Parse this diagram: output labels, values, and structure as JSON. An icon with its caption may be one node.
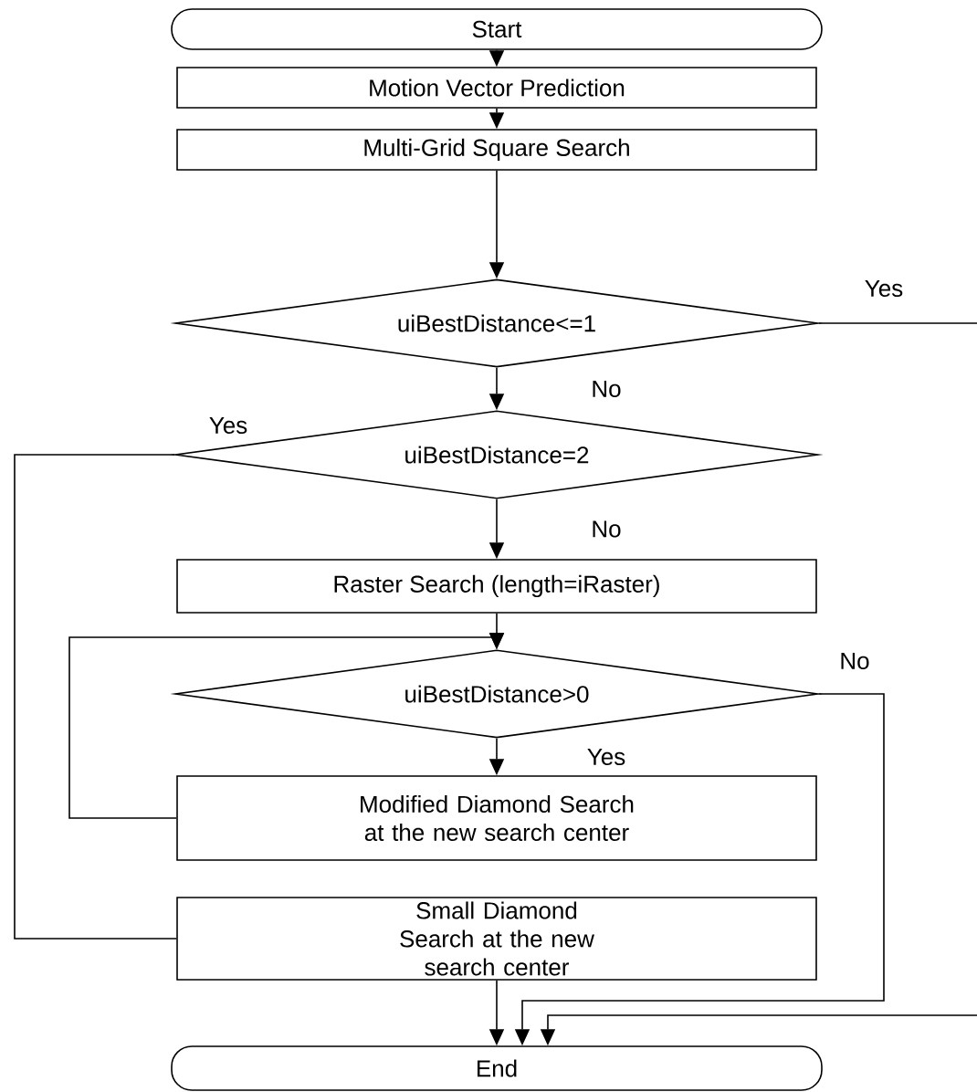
{
  "diagram": {
    "nodes": [
      {
        "text": [
          "Start"
        ]
      },
      {
        "text": [
          "Motion Vector Prediction"
        ]
      },
      {
        "text": [
          "Multi-Grid Square Search"
        ]
      },
      {
        "text": [
          "uiBestDistance<=1"
        ]
      },
      {
        "text": [
          "uiBestDistance=2"
        ]
      },
      {
        "text": [
          "Raster Search (length=iRaster)"
        ]
      },
      {
        "text": [
          "uiBestDistance>0"
        ]
      },
      {
        "text": [
          "Modified Diamond Search at the new search center"
        ]
      },
      {
        "text": [
          "Small Diamond Search at the new search center"
        ]
      },
      {
        "text": [
          "End"
        ]
      }
    ],
    "edges": [
      {
        "from": 0,
        "to": 1,
        "arrow": "to"
      },
      {
        "from": 1,
        "to": 2,
        "arrow": "to"
      },
      {
        "from": 2,
        "to": 3,
        "arrow": "to"
      },
      {
        "from": 3,
        "to": null,
        "arrow": "none",
        "label": "Yes"
      },
      {
        "from": 3,
        "to": 4,
        "arrow": "to",
        "label": "No"
      },
      {
        "from": 4,
        "to": 8,
        "arrow": "none",
        "label": "Yes"
      },
      {
        "from": 4,
        "to": 5,
        "arrow": "to",
        "label": "No"
      },
      {
        "from": 5,
        "to": 6,
        "arrow": "to"
      },
      {
        "from": 6,
        "to": 9,
        "arrow": "to",
        "label": "No"
      },
      {
        "from": 6,
        "to": 7,
        "arrow": "to",
        "label": "Yes"
      },
      {
        "from": 7,
        "to": 6,
        "arrow": "to"
      },
      {
        "from": 8,
        "to": 9,
        "arrow": "to"
      },
      {
        "from": null,
        "to": 9,
        "arrow": "to"
      }
    ]
  }
}
